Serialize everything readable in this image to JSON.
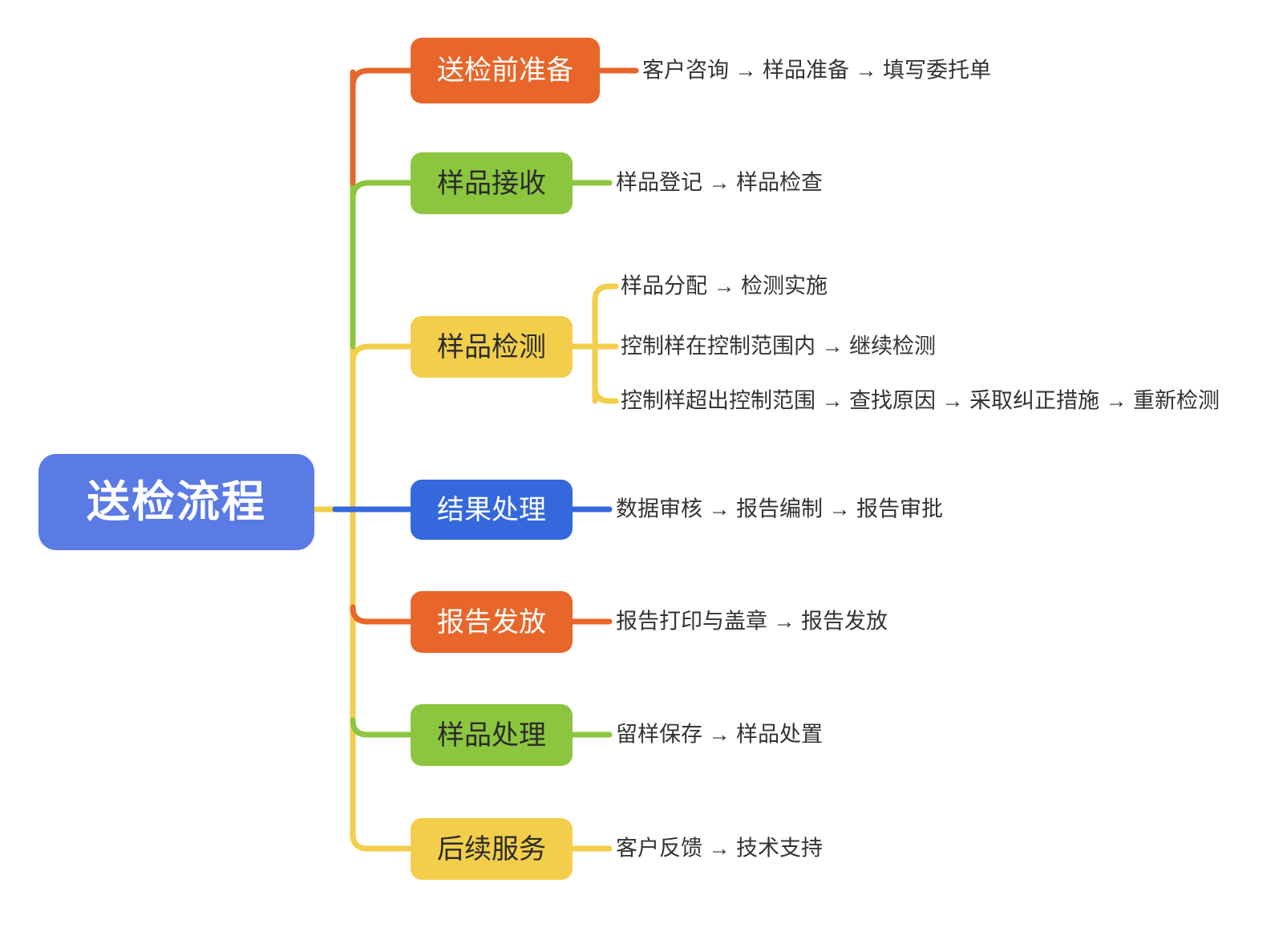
{
  "diagram": {
    "type": "mindmap",
    "title": "送检流程",
    "root": {
      "label": "送检流程",
      "color": "#5A7AE4",
      "text_color": "#FFFFFF"
    },
    "colors": {
      "orange": "#E8662A",
      "green": "#8CC63E",
      "yellow": "#F2CE4B",
      "blue": "#3468DC",
      "root_blue": "#5A7AE4",
      "text_dark": "#333333"
    },
    "arrow_glyph": "→",
    "branches": [
      {
        "label": "送检前准备",
        "color": "#E8662A",
        "text_color": "#FFFFFF",
        "items": [
          "客户咨询 → 样品准备 → 填写委托单"
        ]
      },
      {
        "label": "样品接收",
        "color": "#8CC63E",
        "text_color": "#2B2B2B",
        "items": [
          "样品登记 → 样品检查"
        ]
      },
      {
        "label": "样品检测",
        "color": "#F2CE4B",
        "text_color": "#2B2B2B",
        "items": [
          "样品分配 → 检测实施",
          "控制样在控制范围内 → 继续检测",
          "控制样超出控制范围 → 查找原因 → 采取纠正措施 → 重新检测"
        ]
      },
      {
        "label": "结果处理",
        "color": "#3468DC",
        "text_color": "#FFFFFF",
        "items": [
          "数据审核 → 报告编制 → 报告审批"
        ]
      },
      {
        "label": "报告发放",
        "color": "#E8662A",
        "text_color": "#FFFFFF",
        "items": [
          "报告打印与盖章 → 报告发放"
        ]
      },
      {
        "label": "样品处理",
        "color": "#8CC63E",
        "text_color": "#2B2B2B",
        "items": [
          "留样保存 → 样品处置"
        ]
      },
      {
        "label": "后续服务",
        "color": "#F2CE4B",
        "text_color": "#2B2B2B",
        "items": [
          "客户反馈 → 技术支持"
        ]
      }
    ]
  }
}
